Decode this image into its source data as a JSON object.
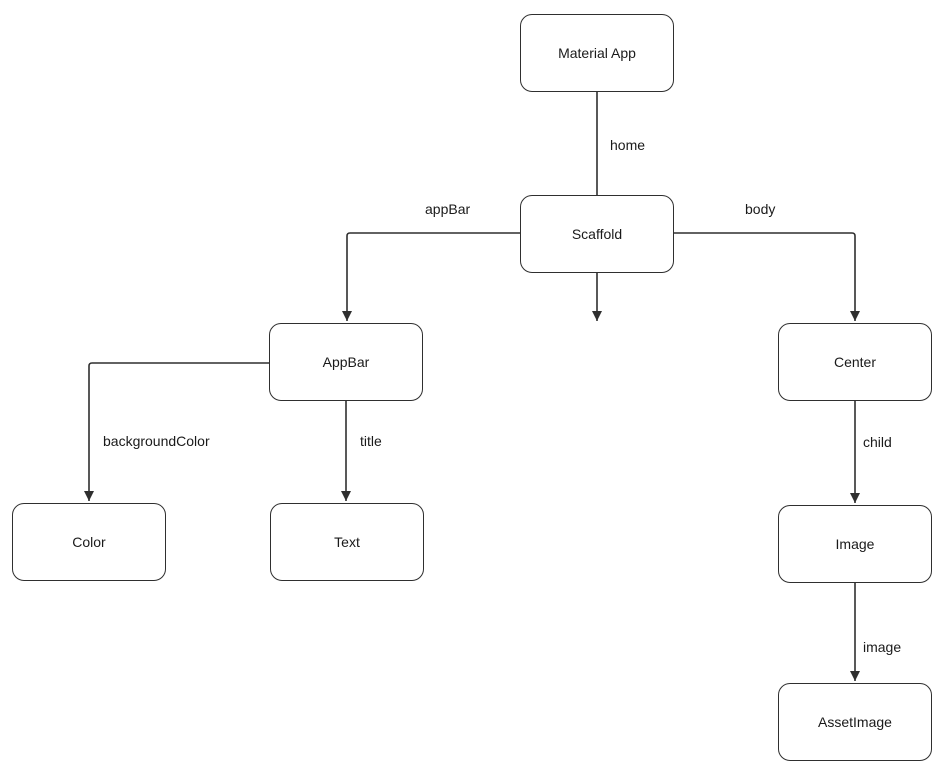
{
  "diagram": {
    "type": "widget-tree-flowchart",
    "nodes": {
      "material_app": {
        "label": "Material App"
      },
      "scaffold": {
        "label": "Scaffold"
      },
      "appbar": {
        "label": "AppBar"
      },
      "color": {
        "label": "Color"
      },
      "text": {
        "label": "Text"
      },
      "center": {
        "label": "Center"
      },
      "image": {
        "label": "Image"
      },
      "assetimage": {
        "label": "AssetImage"
      }
    },
    "edges": {
      "home": {
        "label": "home",
        "from": "material_app",
        "to": "scaffold"
      },
      "appbar": {
        "label": "appBar",
        "from": "scaffold",
        "to": "appbar"
      },
      "body": {
        "label": "body",
        "from": "scaffold",
        "to": "center"
      },
      "backgroundcolor": {
        "label": "backgroundColor",
        "from": "appbar",
        "to": "color"
      },
      "title": {
        "label": "title",
        "from": "appbar",
        "to": "text"
      },
      "child": {
        "label": "child",
        "from": "center",
        "to": "image"
      },
      "image": {
        "label": "image",
        "from": "image",
        "to": "assetimage"
      }
    },
    "colors": {
      "background": "#ffffff",
      "node_fill": "#ffffff",
      "node_border": "#2f2f2f",
      "edge_stroke": "#2f2f2f",
      "text": "#1a1a1a"
    }
  }
}
